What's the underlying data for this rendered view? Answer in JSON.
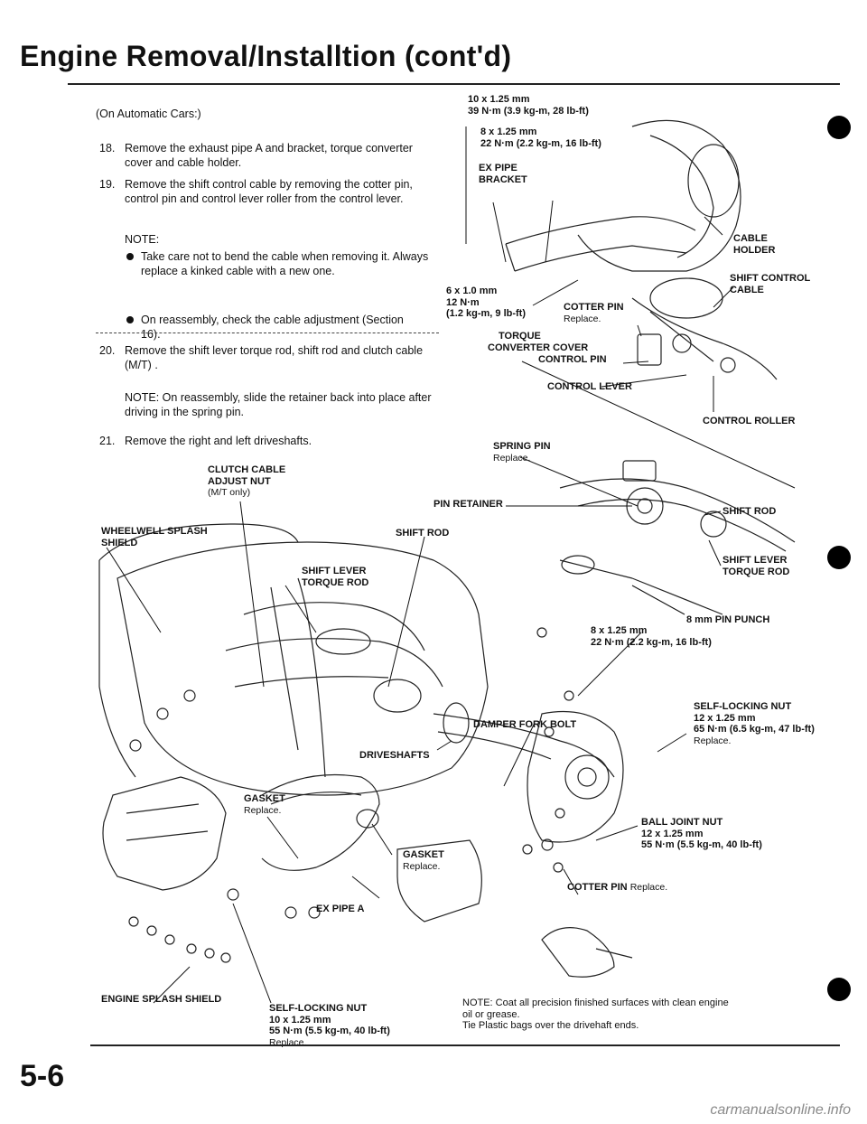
{
  "page": {
    "title": "Engine Removal/Installtion (cont'd)",
    "page_number": "5-6",
    "watermark": "carmanualsonline.info"
  },
  "instructions": {
    "intro": "(On Automatic Cars:)",
    "step18_num": "18.",
    "step18_text": "Remove the exhaust pipe A and bracket, torque converter cover and cable holder.",
    "step19_num": "19.",
    "step19_text": "Remove the shift control cable by removing the cotter pin, control pin and control lever roller from the control lever.",
    "note_label": "NOTE:",
    "note_bullet1": "Take care not to bend the cable when removing it. Always replace a kinked cable with a new one.",
    "note_bullet2": "On reassembly, check the cable adjustment (Section 16).",
    "step20_num": "20.",
    "step20_text": "Remove the shift lever torque rod, shift rod and clutch cable (M/T) .",
    "step20_note": "NOTE: On reassembly, slide the retainer back into place after driving in the spring pin.",
    "step21_num": "21.",
    "step21_text": "Remove the right and left driveshafts."
  },
  "labels": {
    "bolt_10": "10 x 1.25 mm",
    "bolt_10_torque": "39 N·m (3.9 kg-m, 28 lb-ft)",
    "bolt_8": "8 x 1.25 mm",
    "bolt_8_torque": "22 N·m (2.2 kg-m, 16 lb-ft)",
    "ex_pipe_bracket_1": "EX PIPE",
    "ex_pipe_bracket_2": "BRACKET",
    "cable_holder_1": "CABLE",
    "cable_holder_2": "HOLDER",
    "shift_control_cable_1": "SHIFT CONTROL",
    "shift_control_cable_2": "CABLE",
    "bolt_6": "6 x 1.0 mm",
    "bolt_6_torque1": "12 N·m",
    "bolt_6_torque2": "(1.2 kg-m, 9 lb-ft)",
    "cotter_pin": "COTTER PIN",
    "cotter_pin_replace": "Replace.",
    "torque_converter_cover_1": "TORQUE",
    "torque_converter_cover_2": "CONVERTER COVER",
    "control_pin": "CONTROL PIN",
    "control_lever": "CONTROL LEVER",
    "control_roller": "CONTROL ROLLER",
    "spring_pin": "SPRING PIN",
    "spring_pin_replace": "Replace.",
    "pin_retainer": "PIN RETAINER",
    "shift_rod_right": "SHIFT ROD",
    "shift_lever_torque_rod_1": "SHIFT LEVER",
    "shift_lever_torque_rod_2": "TORQUE ROD",
    "pin_punch": "8 mm PIN PUNCH",
    "bolt_8b": "8 x 1.25 mm",
    "bolt_8b_torque": "22 N·m (2.2 kg-m, 16 lb-ft)",
    "clutch_cable_nut_1": "CLUTCH CABLE",
    "clutch_cable_nut_2": "ADJUST NUT",
    "clutch_cable_nut_3": "(M/T only)",
    "wheelwell_1": "WHEELWELL SPLASH",
    "wheelwell_2": "SHIELD",
    "shift_rod_left": "SHIFT ROD",
    "shift_lever_torque_rod_c1": "SHIFT LEVER",
    "shift_lever_torque_rod_c2": "TORQUE ROD",
    "damper_fork_bolt": "DAMPER FORK BOLT",
    "self_locking_nut_r1": "SELF-LOCKING NUT",
    "self_locking_nut_r2": "12 x 1.25 mm",
    "self_locking_nut_r3": "65 N·m (6.5 kg-m, 47 lb-ft)",
    "self_locking_nut_r4": "Replace.",
    "driveshafts": "DRIVESHAFTS",
    "gasket_1": "GASKET",
    "gasket_1_replace": "Replace.",
    "gasket_2": "GASKET",
    "gasket_2_replace": "Replace.",
    "ball_joint_nut_1": "BALL JOINT NUT",
    "ball_joint_nut_2": "12 x 1.25 mm",
    "ball_joint_nut_3": "55 N·m (5.5 kg-m, 40 lb-ft)",
    "cotter_pin_bottom": "COTTER PIN",
    "cotter_pin_bottom_replace": "Replace.",
    "ex_pipe_a": "EX PIPE A",
    "engine_splash_shield": "ENGINE SPLASH SHIELD",
    "self_locking_nut_b1": "SELF-LOCKING NUT",
    "self_locking_nut_b2": "10 x 1.25 mm",
    "self_locking_nut_b3": "55 N·m (5.5 kg-m, 40 lb-ft)",
    "self_locking_nut_b4": "Replace.",
    "bottom_note_1": "NOTE: Coat all precision finished surfaces with clean engine",
    "bottom_note_2": "oil or grease.",
    "bottom_note_3": "Tie Plastic bags over the drivehaft ends."
  }
}
